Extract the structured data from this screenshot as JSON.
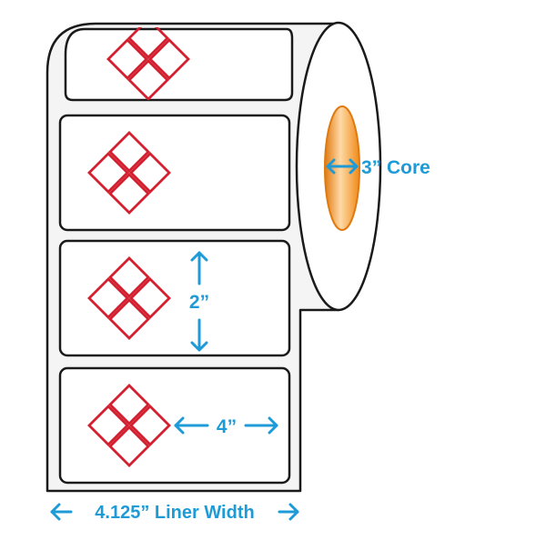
{
  "labels": {
    "core": "3” Core",
    "height": "2”",
    "width": "4”",
    "liner": "4.125” Liner Width"
  },
  "colors": {
    "outline": "#1a1a1a",
    "diamond": "#d22030",
    "dimension": "#1e9bd7",
    "core_fill": "#f7941d",
    "core_highlight": "#ffd9a6",
    "roll_fill": "#ffffff",
    "liner_fill": "#f4f4f4"
  },
  "icons": [
    "ghs-diamond-icon",
    "dimension-arrow-icon"
  ]
}
